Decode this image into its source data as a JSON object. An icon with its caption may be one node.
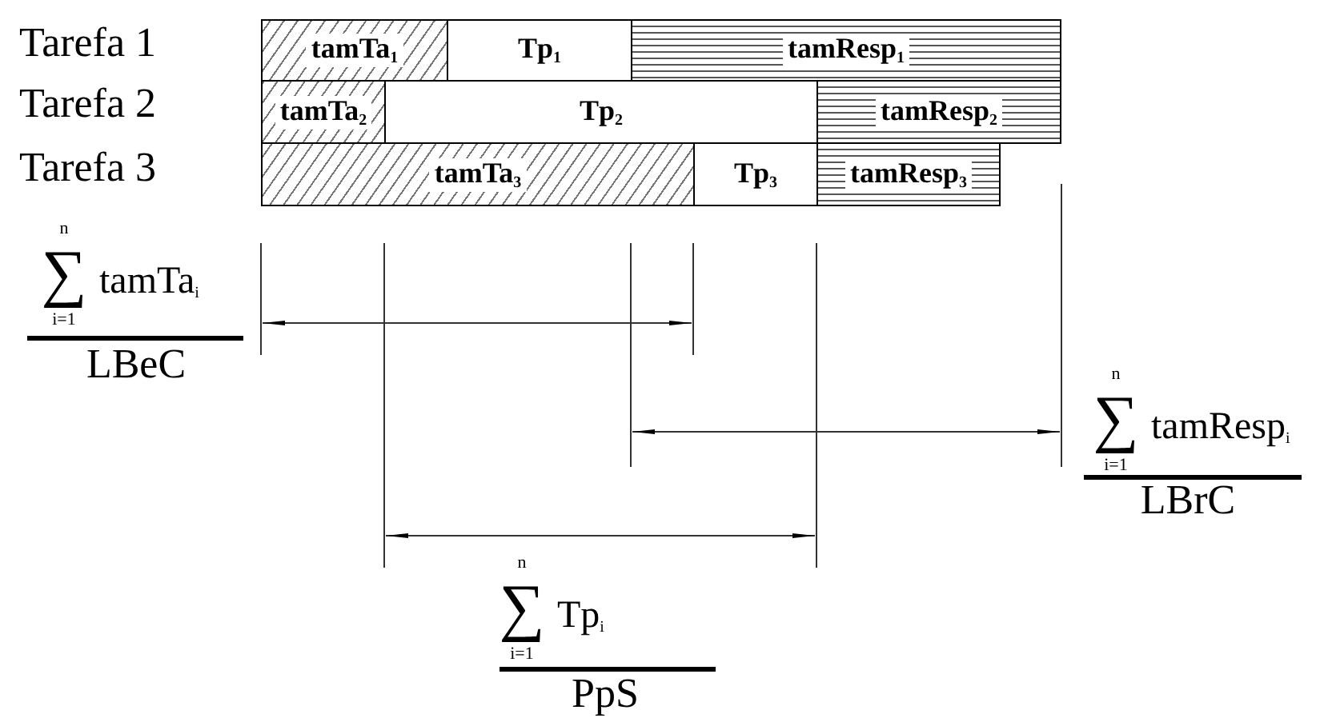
{
  "diagram": {
    "nodes": [
      {
        "text": [
          "tamTa$_{1}$"
        ]
      },
      {
        "text": [
          "Tp$_{1}$"
        ]
      },
      {
        "text": [
          "tamResp$_{1}$"
        ]
      },
      {
        "text": [
          "tamTa$_{2}$"
        ]
      },
      {
        "text": [
          "Tp$_{2}$"
        ]
      },
      {
        "text": [
          "tamResp$_{2}$"
        ]
      },
      {
        "text": [
          "tamTa$_{3}$"
        ]
      },
      {
        "text": [
          "Tp$_{3}$"
        ]
      },
      {
        "text": [
          "tamResp$_{3}$"
        ]
      }
    ],
    "labels": [
      "Tarefa 1",
      "Tarefa 2",
      "Tarefa 3",
      "n",
      "∑",
      "tamTa$_{i}$",
      "i=1",
      "LBeC",
      "n",
      "∑",
      "tamResp$_{i}$",
      "i=1",
      "LBrC",
      "n",
      "∑",
      "Tp$_{i}$",
      "i=1",
      "PpS"
    ]
  }
}
